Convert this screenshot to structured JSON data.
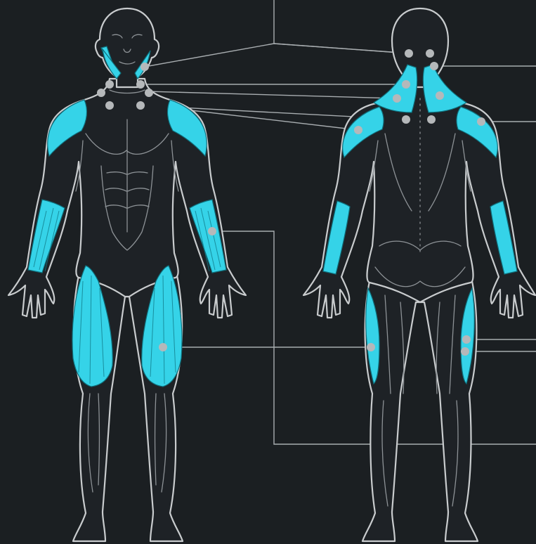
{
  "colors": {
    "background": "#1b1f22",
    "body_fill": "#1e2226",
    "outline": "#c9ccce",
    "highlight": "#35d3e8",
    "marker": "#b5b8ba",
    "leader_line": "#a8adb0"
  },
  "figures": [
    {
      "view": "front",
      "highlighted_regions": [
        "neck",
        "shoulders",
        "forearms",
        "thighs"
      ]
    },
    {
      "view": "back",
      "highlighted_regions": [
        "neck",
        "upper-back",
        "shoulders",
        "forearms",
        "hamstrings"
      ]
    }
  ]
}
